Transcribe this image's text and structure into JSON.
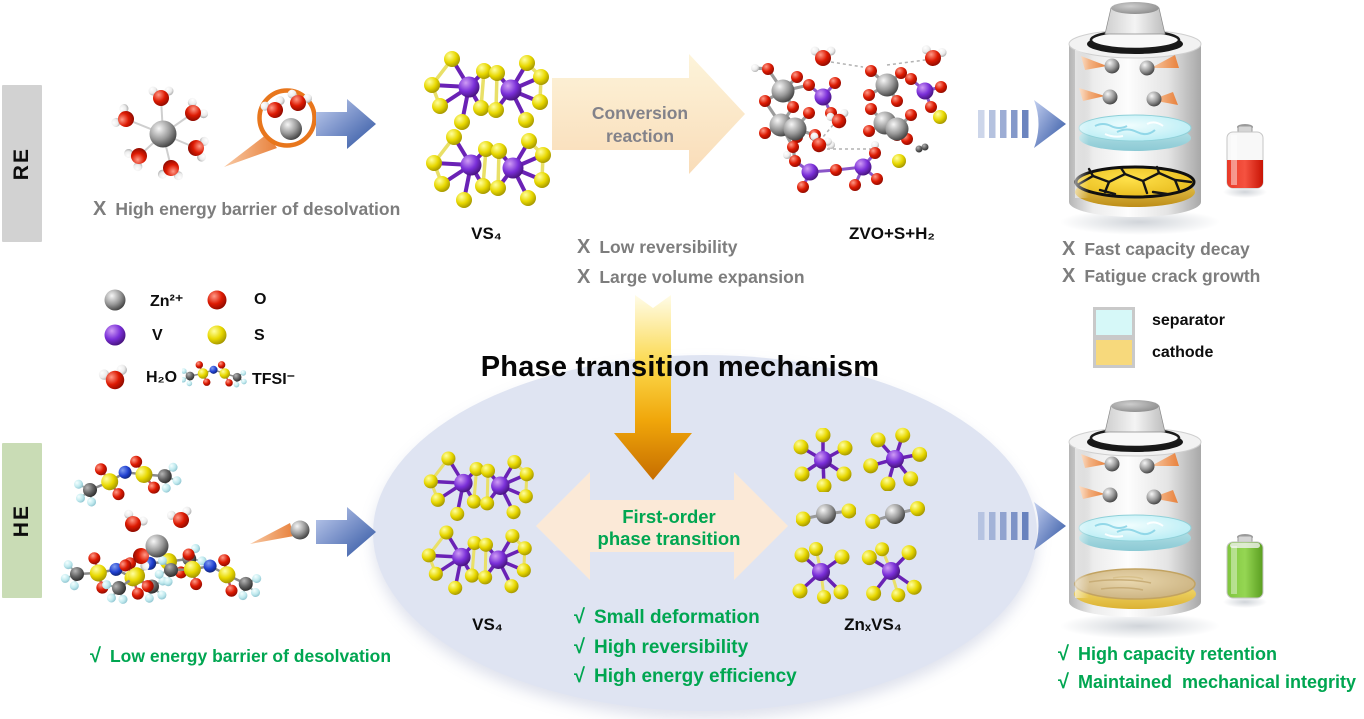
{
  "title": "Phase transition mechanism",
  "rows": {
    "re": {
      "tag": "RE",
      "desolvation": {
        "mark": "X",
        "text": "High energy barrier of desolvation"
      },
      "reactant_label": "VS₄",
      "arrow_line1": "Conversion",
      "arrow_line2": "reaction",
      "product_label": "ZVO+S+H₂",
      "issues": [
        {
          "mark": "X",
          "text": "Low reversibility"
        },
        {
          "mark": "X",
          "text": "Large volume expansion"
        }
      ],
      "battery_notes": [
        {
          "mark": "X",
          "text": "Fast capacity decay"
        },
        {
          "mark": "X",
          "text": "Fatigue crack growth"
        }
      ]
    },
    "he": {
      "tag": "HE",
      "desolvation": {
        "mark": "√",
        "text": "Low energy barrier of desolvation"
      },
      "reactant_label": "VS₄",
      "arrow_line1": "First-order",
      "arrow_line2": "phase transition",
      "product_label": "ZnₓVS₄",
      "benefits": [
        {
          "mark": "√",
          "text": "Small deformation"
        },
        {
          "mark": "√",
          "text": "High reversibility"
        },
        {
          "mark": "√",
          "text": "High energy efficiency"
        }
      ],
      "battery_notes": [
        {
          "mark": "√",
          "text": "High capacity retention"
        },
        {
          "mark": "√",
          "text": "Maintained  mechanical integrity"
        }
      ]
    }
  },
  "atom_legend": [
    {
      "symbol": "Zn²⁺",
      "color": "#8c8c8c"
    },
    {
      "symbol": "O",
      "color": "#e01800"
    },
    {
      "symbol": "V",
      "color": "#7a2fd8"
    },
    {
      "symbol": "S",
      "color": "#e8d800"
    },
    {
      "symbol": "H₂O",
      "color": "#ffffff"
    },
    {
      "symbol": "TFSI⁻",
      "color": "#cdeef2"
    }
  ],
  "battery_legend": [
    {
      "label": "separator",
      "color": "#d6f8f8"
    },
    {
      "label": "cathode",
      "color": "#f7d97c"
    }
  ],
  "colors": {
    "green": "#00a651",
    "gray_note": "#7d7d7d",
    "ellipse": "#dfe4f2",
    "re_box": "#d2d2d2",
    "he_box": "#c9dcb5",
    "highlight_orange": "#e8761c"
  }
}
